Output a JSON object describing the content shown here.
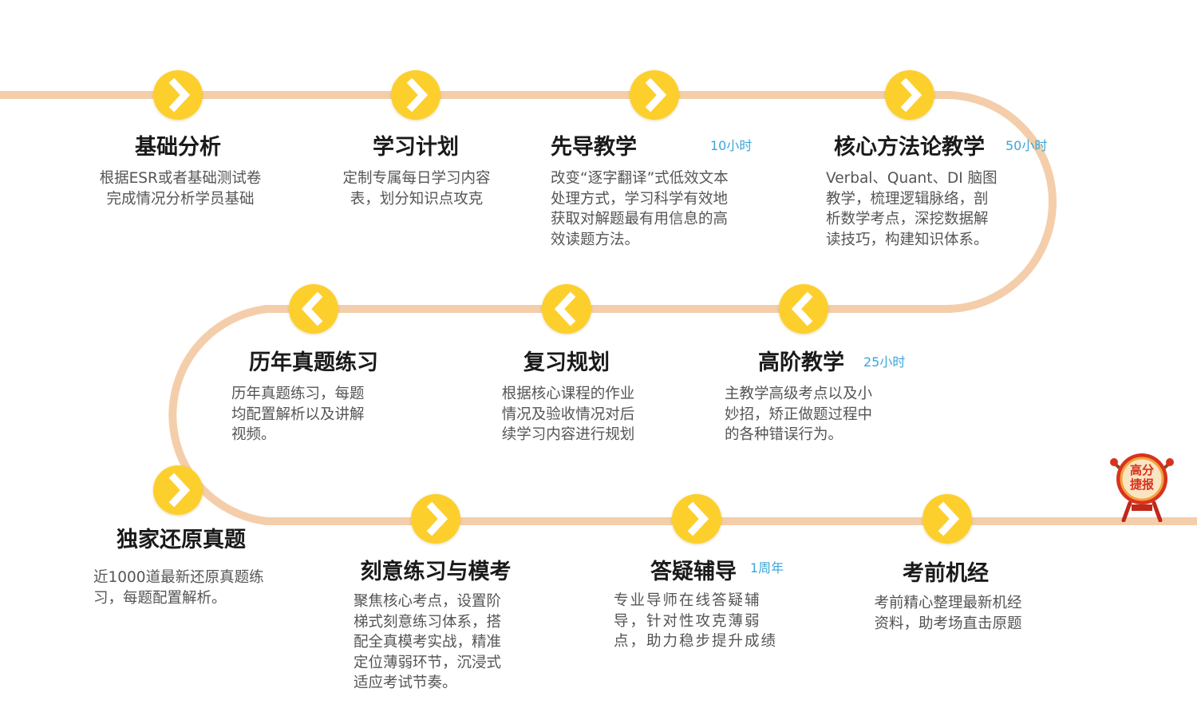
{
  "colors": {
    "track": "#f4ceaa",
    "node_fill": "#fdcf2d",
    "arrow": "#ffffff",
    "title": "#1a1a1a",
    "description": "#555555",
    "hours": "#3aa6d8",
    "badge": "#d8321f"
  },
  "steps": [
    {
      "title": "基础分析",
      "hours": "",
      "direction": "right",
      "description": [
        "根据ESR或者基础测试卷",
        "完成情况分析学员基础"
      ]
    },
    {
      "title": "学习计划",
      "hours": "",
      "direction": "right",
      "description": [
        "定制专属每日学习内容",
        "表，划分知识点攻克"
      ]
    },
    {
      "title": "先导教学",
      "hours": "10小时",
      "direction": "right",
      "description": [
        "改变“逐字翻译”式低效文本",
        "处理方式，学习科学有效地",
        "获取对解题最有用信息的高",
        "效读题方法。"
      ]
    },
    {
      "title": "核心方法论教学",
      "hours": "50小时",
      "direction": "right",
      "description": [
        "Verbal、Quant、DI 脑图",
        "教学，梳理逻辑脉络，剖",
        "析数学考点，深挖数据解",
        "读技巧，构建知识体系。"
      ]
    },
    {
      "title": "高阶教学",
      "hours": "25小时",
      "direction": "left",
      "description": [
        "主教学高级考点以及小",
        "妙招，矫正做题过程中",
        "的各种错误行为。"
      ]
    },
    {
      "title": "复习规划",
      "hours": "",
      "direction": "left",
      "description": [
        "根据核心课程的作业",
        "情况及验收情况对后",
        "续学习内容进行规划"
      ]
    },
    {
      "title": "历年真题练习",
      "hours": "",
      "direction": "left",
      "description": [
        "历年真题练习，每题",
        "均配置解析以及讲解",
        "视频。"
      ]
    },
    {
      "title": "独家还原真题",
      "hours": "",
      "direction": "right",
      "description": [
        "近1000道最新还原真题练",
        "习，每题配置解析。"
      ]
    },
    {
      "title": "刻意练习与模考",
      "hours": "",
      "direction": "right",
      "description": [
        "聚焦核心考点，设置阶",
        "梯式刻意练习体系，搭",
        "配全真模考实战，精准",
        "定位薄弱环节，沉浸式",
        "适应考试节奏。"
      ]
    },
    {
      "title": "答疑辅导",
      "hours": "1周年",
      "direction": "right",
      "description": [
        "专业导师在线答疑辅",
        "导，针对性攻克薄弱",
        "点，助力稳步提升成绩"
      ]
    },
    {
      "title": "考前机经",
      "hours": "",
      "direction": "right",
      "description": [
        "考前精心整理最新机经",
        "资料，助考场直击原题"
      ]
    }
  ],
  "badge": {
    "icon": "drum-badge-icon",
    "line1": "高分",
    "line2": "捷报"
  }
}
